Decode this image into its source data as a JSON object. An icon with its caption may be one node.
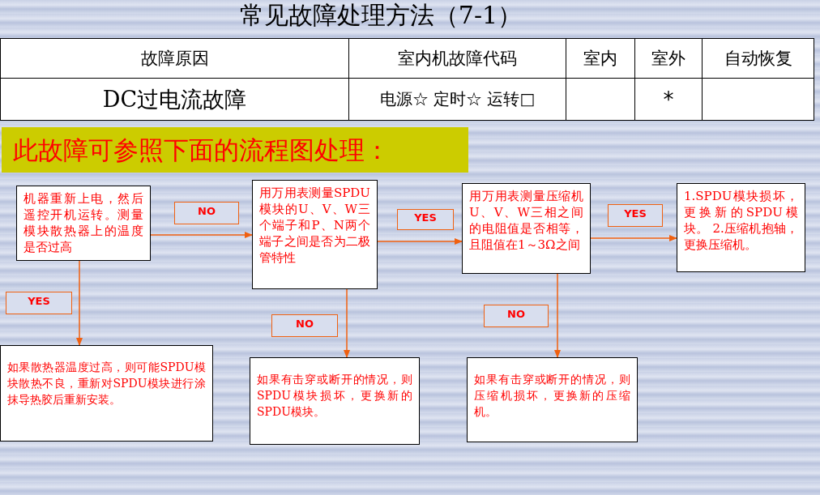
{
  "diagram": {
    "title": "常见故障处理方法（7-1）",
    "nodes": [
      {
        "text": [
          "此故障可参照下面的流程图处理："
        ]
      },
      {
        "text": [
          "机器重新上电，然后遥控开机运转。测量模块散热器上的温度是否过高"
        ]
      },
      {
        "text": [
          "用万用表测量SPDU模块的U、V、W三个端子和P、N两个端子之间是否为二极管特性"
        ]
      },
      {
        "text": [
          "用万用表测量压缩机U、V、W三相之间的电阻值是否相等，且阻值在1～3Ω之间"
        ]
      },
      {
        "text": [
          "1.SPDU模块损坏，更换新的SPDU模块。 2.压缩机抱轴，更换压缩机。"
        ]
      },
      {
        "text": [
          "如果散热器温度过高，则可能SPDU模块散热不良，重新对SPDU模块进行涂抹导热胶后重新安装。"
        ]
      },
      {
        "text": [
          "如果有击穿或断开的情况，则SPDU模块损坏，更换新的SPDU模块。"
        ]
      },
      {
        "text": [
          "如果有击穿或断开的情况，则压缩机损坏，更换新的压缩机。"
        ]
      }
    ],
    "edges": [
      {
        "from": 1,
        "to": 2,
        "arrow": "to",
        "label": "NO"
      },
      {
        "from": 2,
        "to": 3,
        "arrow": "to",
        "label": "YES"
      },
      {
        "from": 3,
        "to": 4,
        "arrow": "to",
        "label": "YES"
      },
      {
        "from": 1,
        "to": 5,
        "arrow": "to",
        "label": "YES"
      },
      {
        "from": 2,
        "to": 6,
        "arrow": "to",
        "label": "NO"
      },
      {
        "from": 3,
        "to": 7,
        "arrow": "to",
        "label": "NO"
      }
    ],
    "labels": [
      "故障原因",
      "室内机故障代码",
      "室内",
      "室外",
      "自动恢复",
      "DC过电流故障",
      "电源☆ 定时☆ 运转□",
      "*"
    ]
  }
}
